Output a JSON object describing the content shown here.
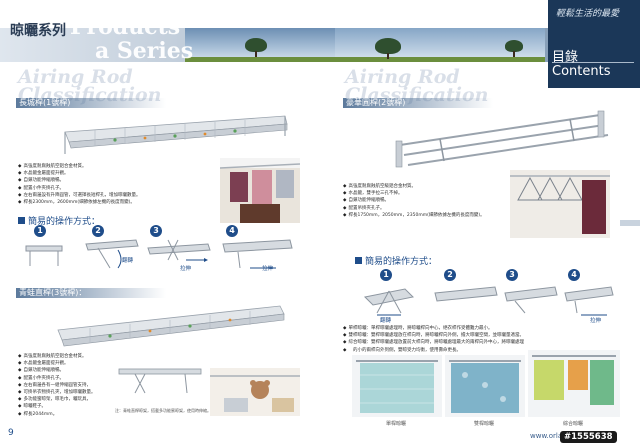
{
  "header": {
    "series_title": "晾曬系列",
    "series_en_line1": "Products",
    "series_en_line2": "a Series",
    "contents_slogan": "輕鬆生活的最愛",
    "contents_cn": "目錄",
    "contents_en": "Contents"
  },
  "watermarks": {
    "left_line1": "Airing Rod",
    "left_line2": "Classification",
    "right_line1": "Airing Rod",
    "right_line2": "Classification"
  },
  "long_rod": {
    "title": "長城桿(1號桿)",
    "bullets": [
      "高強度耐腐蝕航空鋁合金材質。",
      "水晶鍍金屬面提升觀。",
      "自鎖功能伸縮順暢。",
      "配置小件夾掛孔子。",
      "左右兩邊設有升降圓管，可選擇長短桿孔，增加晾曬數量。",
      "桿長2300mm，2600mm(細節依據左機的長度而變)。"
    ]
  },
  "luxury_rod": {
    "title": "豪華圓桿(2號桿)",
    "bullets": [
      "高強度耐腐蝕航空級鋁合金材質。",
      "水晶鍍，雙手拉三孔不掉。",
      "自鎖功能伸縮順暢。",
      "配置吊掛夾孔子。",
      "桿長1750mm，2050mm，2350mm(細節依據左機的長度而變)。"
    ]
  },
  "frog_rod": {
    "title": "青蛙直桿(3號桿)：",
    "bullets": [
      "高強度耐腐蝕航空鋁合金材質。",
      "水晶鍍金屬面提升觀。",
      "自鎖功能伸縮順暢。",
      "配置小件夾掛孔子。",
      "左右兩邊各有一組伸縮圓管支持，",
      "可掛吊衣物掛孔夾，增加晾曬數量。",
      "多功能蜜晾架，晾毛巾，曬玩具，",
      "晾曬鞋子。",
      "桿長2044mm。"
    ],
    "note": "注：青蛙直桿晾架，搭載多功能蜜晾架，使用時伸縮。"
  },
  "operation": {
    "title": "簡易的操作方式：",
    "steps": [
      "1",
      "2",
      "3",
      "4"
    ],
    "tag_down": "翻轉",
    "tag_pull": "拉伸",
    "tag_down_right": "翻轉",
    "tag_pull_right": "拉伸"
  },
  "airing_notes": {
    "bullets": [
      "單桿晾曬：單桿晾曬處理時，將晾曬桿向中心，絕衣桿作受體難力最小。",
      "雙桿晾曬：雙桿晾曬處理放在桿向時，將晾曬桿向外側，擔大晾曬空間，並晾曬量適當。",
      "綜合晾曬：雙桿晾曬處理放置前大桿向時，將晾曬處理最大的兩桿向外中心，將晾曬處理",
      "　的小的兩桿向外到側，雙晾受力均衡，使用壽命更長。"
    ],
    "captions": [
      "單桿晾曬",
      "雙桿晾曬",
      "綜合晾曬"
    ]
  },
  "footer": {
    "page_number": "9",
    "website": "www.orlant",
    "stock_id": "#1555638"
  },
  "colors": {
    "navy": "#1b3758",
    "accent_blue": "#1f4d8a",
    "section_bar": "#5c7a9c"
  }
}
